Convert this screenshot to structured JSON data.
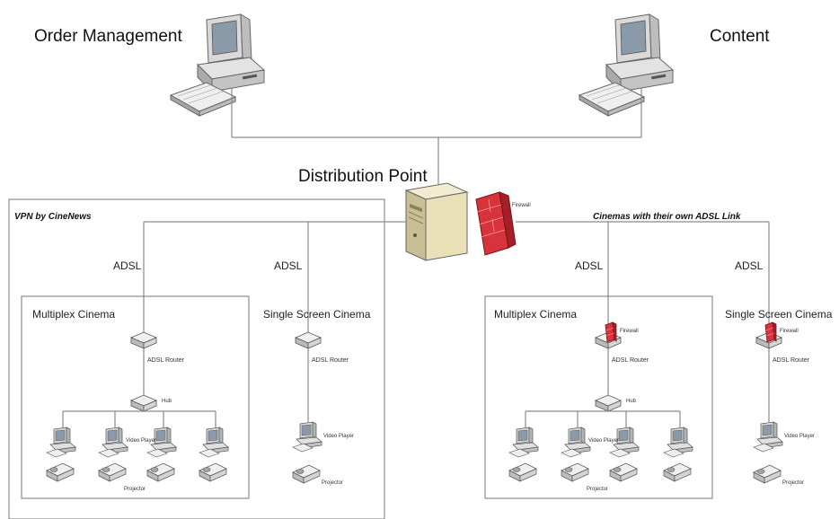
{
  "labels": {
    "order_management": "Order Management",
    "content": "Content",
    "distribution_point": "Distribution Point",
    "firewall": "Firewall",
    "vpn": "VPN by CineNews",
    "own_adsl": "Cinemas with their own ADSL Link",
    "adsl": "ADSL",
    "multiplex": "Multiplex Cinema",
    "single_screen": "Single Screen Cinema",
    "adsl_router": "ADSL Router",
    "hub": "Hub",
    "video_player": "Video Player",
    "projector": "Projector"
  },
  "icons": {
    "workstation": "desktop-computer-icon",
    "server": "server-icon",
    "firewall": "firewall-brick-icon",
    "router": "router-icon",
    "hub": "hub-icon",
    "projector": "projector-icon"
  },
  "colors": {
    "firewall": "#d8323a",
    "server": "#e9e0b8",
    "monitor": "#c9c9c9",
    "line": "#8a8a8a"
  }
}
